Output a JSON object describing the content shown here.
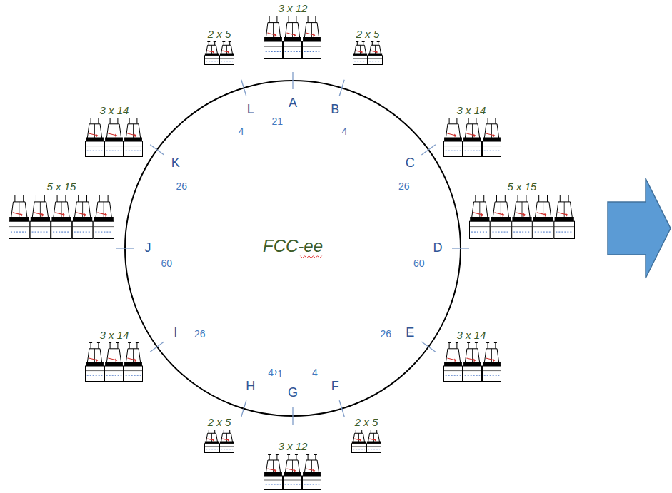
{
  "diagram": {
    "labels": [
      "3 x 12",
      "A",
      "21",
      "2 x 5",
      "B",
      "4",
      "3 x 14",
      "C",
      "26",
      "5 x 15",
      "D",
      "60",
      "3 x 14",
      "E",
      "26",
      "2 x 5",
      "F",
      "4",
      "3 x 12",
      "G",
      "21",
      "2 x 5",
      "H",
      "4",
      "3 x 14",
      "I",
      "26",
      "5 x 15",
      "J",
      "60",
      "3 x 14",
      "K",
      "26",
      "2 x 5",
      "L",
      "4",
      "FCC-ee"
    ]
  }
}
